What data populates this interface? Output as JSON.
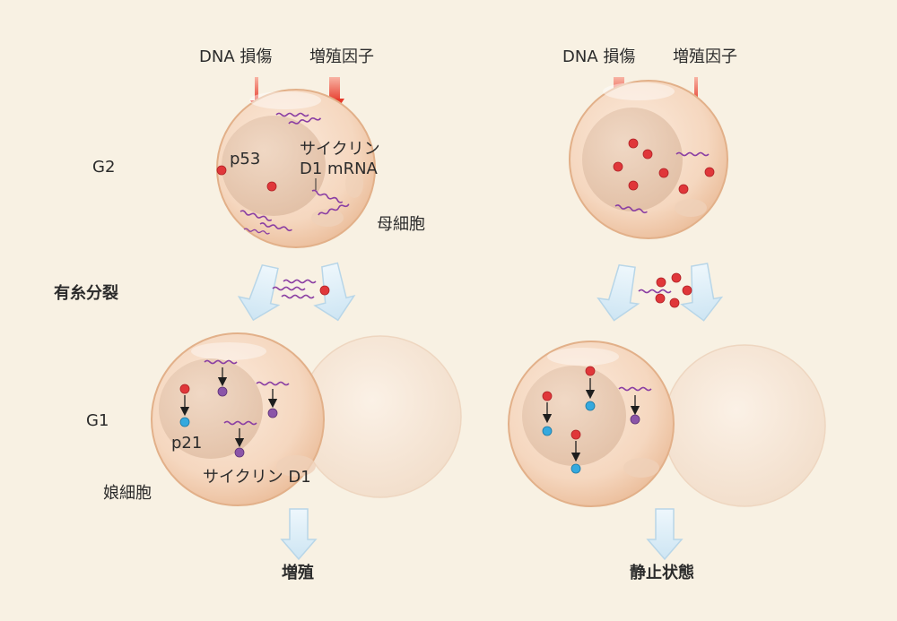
{
  "colors": {
    "background": "#f8f1e3",
    "cell_fill": "#f5d9c3",
    "cell_edge": "#e0b48f",
    "nucleus": "#e6c6ad",
    "p53_dot": "#e0373a",
    "p21_dot": "#35a9de",
    "cyclin_d1_dot": "#8b55a8",
    "mrna": "#8b3fa3",
    "signal_arrow": "#e8432a",
    "flow_arrow": "#d7ebf6"
  },
  "labels": {
    "left_dna_damage": "DNA 損傷",
    "left_growth_factor": "増殖因子",
    "right_dna_damage": "DNA 損傷",
    "right_growth_factor": "増殖因子",
    "phase_g2": "G2",
    "phase_g1": "G1",
    "mitosis": "有糸分裂",
    "p53": "p53",
    "cyclin_d1_mrna_line1": "サイクリン",
    "cyclin_d1_mrna_line2": "D1 mRNA",
    "mother_cell": "母細胞",
    "p21": "p21",
    "cyclin_d1": "サイクリン D1",
    "daughter_cell": "娘細胞",
    "outcome_proliferation": "増殖",
    "outcome_quiescence": "静止状態"
  }
}
